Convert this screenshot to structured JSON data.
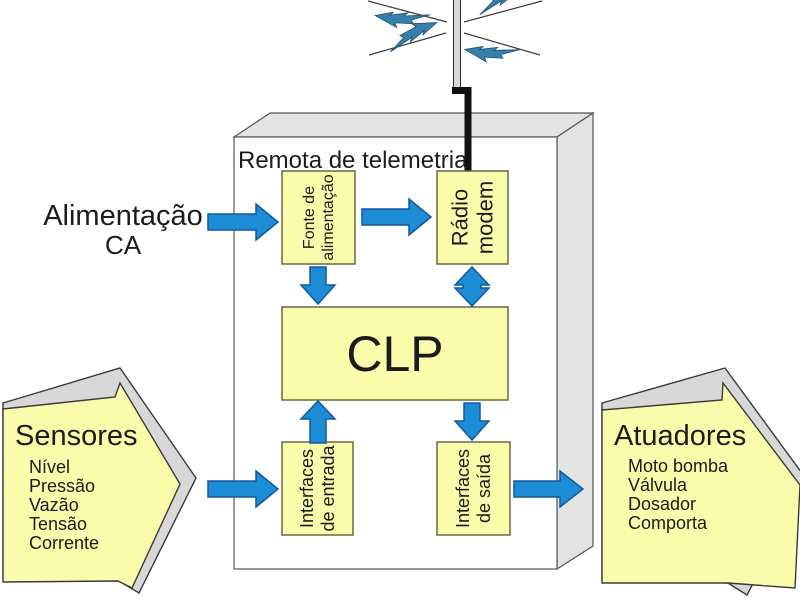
{
  "diagram": {
    "cabinet_title": "Remota de telemetria",
    "power_label": {
      "line1": "Alimentação",
      "line2": "CA"
    },
    "boxes": {
      "fonte": {
        "line1": "Fonte de",
        "line2": "alimentação"
      },
      "radio": {
        "line1": "Rádio",
        "line2": "modem"
      },
      "clp": "CLP",
      "entrada": {
        "line1": "Interfaces",
        "line2": "de entrada"
      },
      "saida": {
        "line1": "Interfaces",
        "line2": "de saída"
      }
    },
    "sensores": {
      "title": "Sensores",
      "items": [
        "Nível",
        "Pressão",
        "Vazão",
        "Tensão",
        "Corrente"
      ]
    },
    "atuadores": {
      "title": "Atuadores",
      "items": [
        "Moto bomba",
        "Válvula",
        "Dosador",
        "Comporta"
      ]
    },
    "colors": {
      "arrow_blue": "#1C8CD6",
      "bolt_blue": "#357FAB",
      "box_yellow": "#FBFBAC",
      "face_gray": "#E3E3E3",
      "block_arrow_gray": "#D8D8D8",
      "cable_black": "#111111"
    }
  }
}
